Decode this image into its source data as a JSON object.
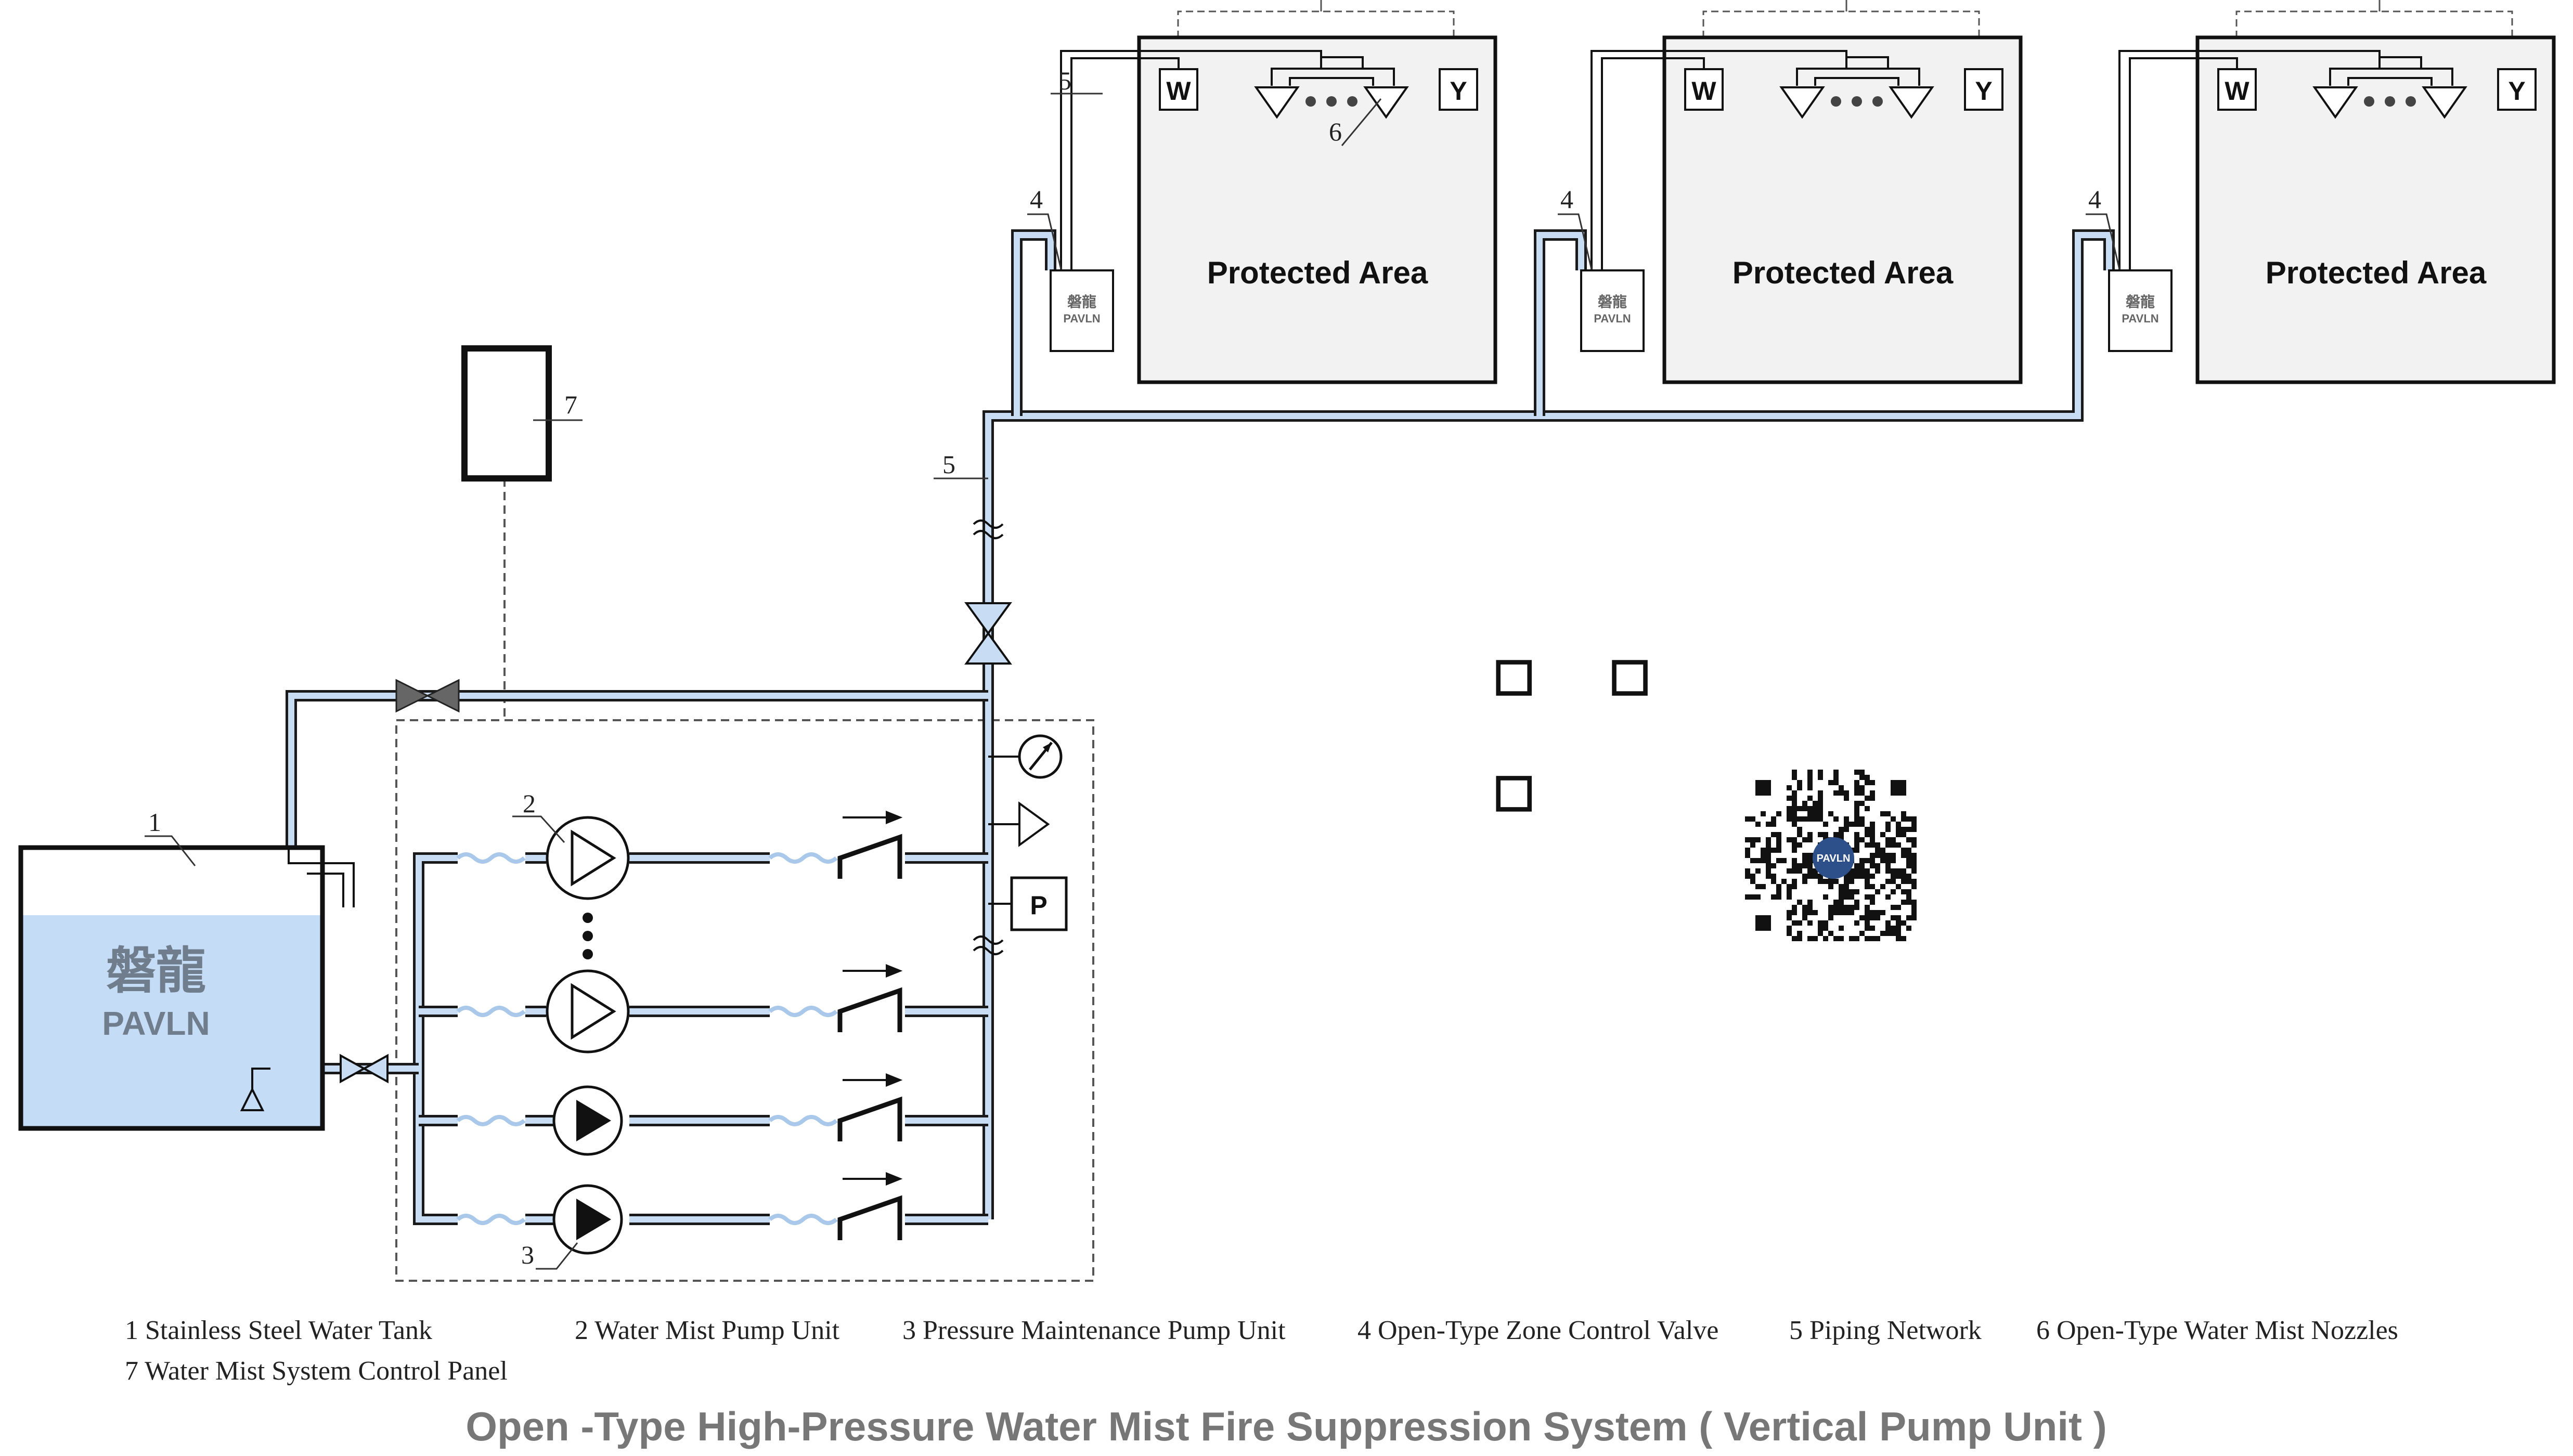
{
  "brand": {
    "cn": "磐龍",
    "en": "PAVLN"
  },
  "protected_area": {
    "label": "Protected Area",
    "left_tag": "W",
    "right_tag": "Y"
  },
  "callouts": {
    "n1": "1",
    "n2": "2",
    "n3": "3",
    "n4": "4",
    "n5": "5",
    "n6": "6",
    "n7": "7"
  },
  "gauge": {
    "pressure_switch": "P"
  },
  "legend": {
    "items": [
      "1 Stainless Steel Water Tank",
      "2 Water Mist Pump Unit",
      "3 Pressure Maintenance Pump Unit",
      "4 Open-Type Zone Control Valve",
      "5 Piping Network",
      "6 Open-Type Water Mist Nozzles",
      "7 Water Mist System Control Panel"
    ]
  },
  "title": "Open -Type High-Pressure Water Mist Fire Suppression System ( Vertical Pump Unit )",
  "qr": {
    "center_label": "PAVLN"
  },
  "colors": {
    "water": "#c4dcf5",
    "pipe": "#c8dcf3",
    "outline": "#111111",
    "title": "#777777"
  }
}
